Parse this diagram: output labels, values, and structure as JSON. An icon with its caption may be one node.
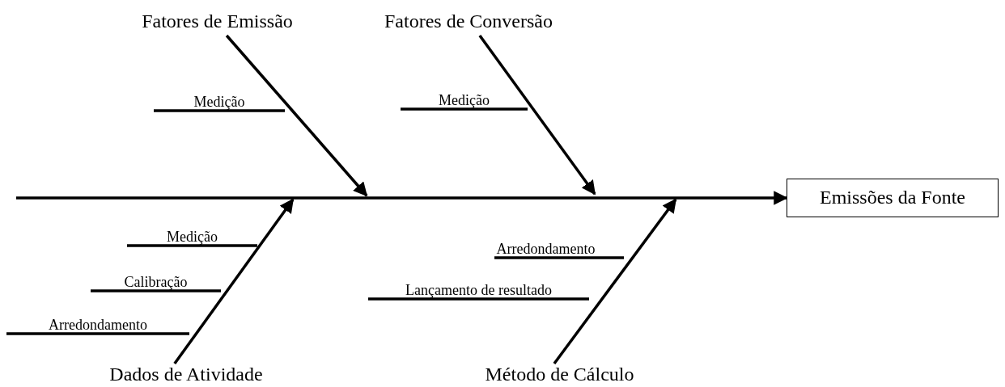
{
  "diagram": {
    "nodes": [
      {
        "text": [
          "Fatores de Emissão"
        ]
      },
      {
        "text": [
          "Medição"
        ]
      },
      {
        "text": [
          "Fatores de Conversão"
        ]
      },
      {
        "text": [
          "Medição"
        ]
      },
      {
        "text": [
          "Dados de Atividade"
        ]
      },
      {
        "text": [
          "Medição"
        ]
      },
      {
        "text": [
          "Calibração"
        ]
      },
      {
        "text": [
          "Arredondamento"
        ]
      },
      {
        "text": [
          "Método de Cálculo"
        ]
      },
      {
        "text": [
          "Arredondamento"
        ]
      },
      {
        "text": [
          "Lançamento de resultado"
        ]
      },
      {
        "text": [
          "Emissões da Fonte"
        ]
      }
    ],
    "edges": [
      {
        "from": null,
        "to": 11,
        "arrow": "to"
      },
      {
        "from": 0,
        "to": null,
        "arrow": "to"
      },
      {
        "from": 1,
        "to": null,
        "arrow": "none"
      },
      {
        "from": 2,
        "to": null,
        "arrow": "to"
      },
      {
        "from": 3,
        "to": null,
        "arrow": "none"
      },
      {
        "from": 4,
        "to": null,
        "arrow": "to"
      },
      {
        "from": 5,
        "to": null,
        "arrow": "none"
      },
      {
        "from": 6,
        "to": null,
        "arrow": "none"
      },
      {
        "from": 7,
        "to": null,
        "arrow": "none"
      },
      {
        "from": 8,
        "to": null,
        "arrow": "to"
      },
      {
        "from": 9,
        "to": null,
        "arrow": "none"
      },
      {
        "from": 10,
        "to": null,
        "arrow": "none"
      }
    ]
  }
}
